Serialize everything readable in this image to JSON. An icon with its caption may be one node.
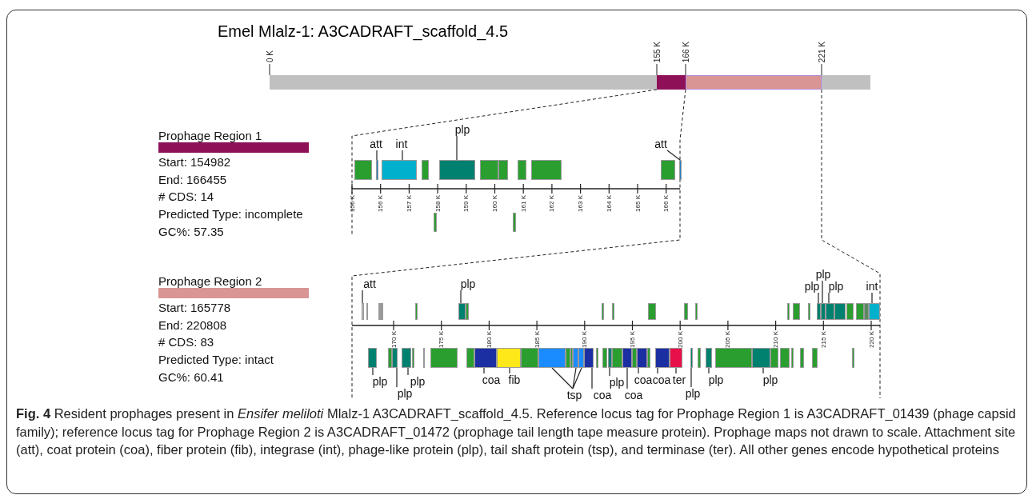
{
  "diagram": {
    "title": "Emel Mlalz-1: A3CADRAFT_scaffold_4.5",
    "caption": "**Fig. 4** Resident prophages present in *Ensifer meliloti* Mlalz-1 A3CADRAFT_scaffold_4.5. Reference locus tag for Prophage Region 1 is A3CADRAFT_01439 (phage capsid family); reference locus tag for Prophage Region 2 is A3CADRAFT_01472 (prophage tail length tape measure protein). Prophage maps not drawn to scale. Attachment site (att), coat protein (coa), fiber protein (fib), integrase (int), phage-like protein (plp), tail shaft protein (tsp), and terminase (ter). All other genes encode hypothetical proteins",
    "nodes": [
      {
        "text": [
          "att"
        ]
      },
      {
        "text": [],
        "shape": "bar"
      },
      {
        "text": [
          "int"
        ]
      },
      {
        "text": [],
        "shape": "bar"
      },
      {
        "text": [
          "plp"
        ]
      },
      {
        "text": [],
        "shape": "bar"
      },
      {
        "text": [
          "att"
        ]
      },
      {
        "text": [],
        "shape": "bar"
      },
      {
        "text": [
          "att"
        ]
      },
      {
        "text": [],
        "shape": "bar"
      },
      {
        "text": [
          "plp"
        ]
      },
      {
        "text": [],
        "shape": "bar"
      },
      {
        "text": [
          "plp"
        ]
      },
      {
        "text": [
          "plp"
        ]
      },
      {
        "text": [
          "plp"
        ]
      },
      {
        "text": [],
        "shape": "bar"
      },
      {
        "text": [],
        "shape": "bar"
      },
      {
        "text": [],
        "shape": "bar"
      },
      {
        "text": [
          "int"
        ]
      },
      {
        "text": [],
        "shape": "bar"
      },
      {
        "text": [
          "plp"
        ]
      },
      {
        "text": [],
        "shape": "bar"
      },
      {
        "text": [
          "plp"
        ]
      },
      {
        "text": [],
        "shape": "bar"
      },
      {
        "text": [
          "plp"
        ]
      },
      {
        "text": [],
        "shape": "bar"
      },
      {
        "text": [
          "coa"
        ]
      },
      {
        "text": [],
        "shape": "bar"
      },
      {
        "text": [
          "fib"
        ]
      },
      {
        "text": [],
        "shape": "bar"
      },
      {
        "text": [
          "tsp"
        ]
      },
      {
        "text": [],
        "shape": "bar"
      },
      {
        "text": [],
        "shape": "bar"
      },
      {
        "text": [],
        "shape": "bar"
      },
      {
        "text": [
          "coa"
        ]
      },
      {
        "text": [],
        "shape": "bar"
      },
      {
        "text": [
          "plp"
        ]
      },
      {
        "text": [],
        "shape": "bar"
      },
      {
        "text": [
          "coa"
        ]
      },
      {
        "text": [],
        "shape": "bar"
      },
      {
        "text": [
          "coa"
        ]
      },
      {
        "text": [],
        "shape": "bar"
      },
      {
        "text": [
          "coa"
        ]
      },
      {
        "text": [],
        "shape": "bar"
      },
      {
        "text": [
          "ter"
        ]
      },
      {
        "text": [],
        "shape": "bar"
      },
      {
        "text": [
          "plp"
        ]
      },
      {
        "text": [],
        "shape": "bar"
      },
      {
        "text": [
          "plp"
        ]
      },
      {
        "text": [],
        "shape": "bar"
      },
      {
        "text": [
          "plp"
        ]
      },
      {
        "text": [],
        "shape": "bar"
      }
    ],
    "edges": [
      {
        "from": 0,
        "to": 1,
        "arrow": "none"
      },
      {
        "from": 2,
        "to": 3,
        "arrow": "none"
      },
      {
        "from": 4,
        "to": 5,
        "arrow": "none"
      },
      {
        "from": 6,
        "to": 7,
        "arrow": "none"
      },
      {
        "from": 8,
        "to": 9,
        "arrow": "none"
      },
      {
        "from": 10,
        "to": 11,
        "arrow": "none"
      },
      {
        "from": 12,
        "to": 15,
        "arrow": "none"
      },
      {
        "from": 13,
        "to": 16,
        "arrow": "none"
      },
      {
        "from": 14,
        "to": 17,
        "arrow": "none"
      },
      {
        "from": 18,
        "to": 19,
        "arrow": "none"
      },
      {
        "from": 20,
        "to": 21,
        "arrow": "none"
      },
      {
        "from": 22,
        "to": 23,
        "arrow": "none"
      },
      {
        "from": 24,
        "to": 25,
        "arrow": "none"
      },
      {
        "from": 26,
        "to": 27,
        "arrow": "none"
      },
      {
        "from": 28,
        "to": 29,
        "arrow": "none"
      },
      {
        "from": 30,
        "to": 31,
        "arrow": "none"
      },
      {
        "from": 30,
        "to": 32,
        "arrow": "none"
      },
      {
        "from": 30,
        "to": 33,
        "arrow": "none"
      },
      {
        "from": 34,
        "to": 35,
        "arrow": "none"
      },
      {
        "from": 36,
        "to": 37,
        "arrow": "none"
      },
      {
        "from": 38,
        "to": 39,
        "arrow": "none"
      },
      {
        "from": 40,
        "to": 41,
        "arrow": "none"
      },
      {
        "from": 42,
        "to": 43,
        "arrow": "none"
      },
      {
        "from": 44,
        "to": 45,
        "arrow": "none"
      },
      {
        "from": 46,
        "to": 47,
        "arrow": "none"
      },
      {
        "from": 48,
        "to": 49,
        "arrow": "none"
      },
      {
        "from": 50,
        "to": 51,
        "arrow": "none"
      }
    ],
    "labels": [
      "0 K",
      "155 K",
      "166 K",
      "221 K",
      "Prophage Region 1",
      "Start: 154982",
      "End: 166455",
      "# CDS: 14",
      "Predicted Type: incomplete",
      "GC%: 57.35",
      "155 K",
      "156 K",
      "157 K",
      "158 K",
      "159 K",
      "160 K",
      "161 K",
      "162 K",
      "163 K",
      "164 K",
      "165 K",
      "166 K",
      "Prophage Region 2",
      "Start: 165778",
      "End: 220808",
      "# CDS: 83",
      "Predicted Type: intact",
      "GC%: 60.41",
      "170 K",
      "175 K",
      "180 K",
      "185 K",
      "190 K",
      "195 K",
      "200 K",
      "205 K",
      "210 K",
      "215 K",
      "220 K"
    ]
  }
}
